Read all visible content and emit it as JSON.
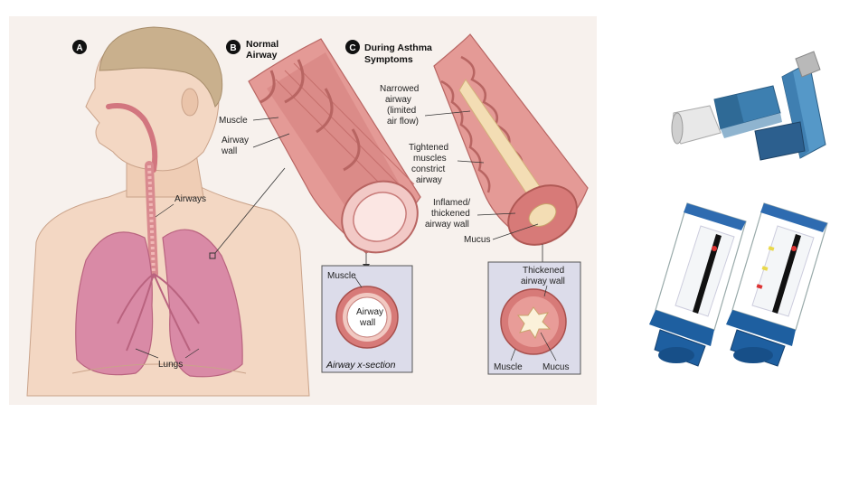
{
  "panels": {
    "a": {
      "badge": "A"
    },
    "b": {
      "badge": "B",
      "title_line1": "Normal",
      "title_line2": "Airway"
    },
    "c": {
      "badge": "C",
      "title_line1": "During Asthma",
      "title_line2": "Symptoms"
    }
  },
  "labels": {
    "muscle": "Muscle",
    "airway_wall_1": "Airway",
    "airway_wall_2": "wall",
    "airways": "Airways",
    "lungs": "Lungs",
    "narrowed_1": "Narrowed",
    "narrowed_2": "airway",
    "narrowed_3": "(limited",
    "narrowed_4": "air flow)",
    "tightened_1": "Tightened",
    "tightened_2": "muscles",
    "tightened_3": "constrict",
    "tightened_4": "airway",
    "inflamed_1": "Inflamed/",
    "inflamed_2": "thickened",
    "inflamed_3": "airway wall",
    "mucus": "Mucus"
  },
  "xsection_normal": {
    "muscle": "Muscle",
    "airway_wall_1": "Airway",
    "airway_wall_2": "wall",
    "caption": "Airway x-section"
  },
  "xsection_asthma": {
    "thickened_1": "Thickened",
    "thickened_2": "airway wall",
    "muscle": "Muscle",
    "mucus": "Mucus"
  },
  "colors": {
    "airway_pink": "#e49a96",
    "airway_dark": "#c86a68",
    "lung_pink": "#d98aa6",
    "skin": "#f3d7c3",
    "panel_bg": "#dcdcea",
    "inhaler_blue": "#3d7fb0",
    "meter_blue": "#1e5fa0"
  },
  "devices": {
    "inhaler": "inhaler-photo",
    "peak_flow_meters": "peak-flow-meter-photo"
  }
}
